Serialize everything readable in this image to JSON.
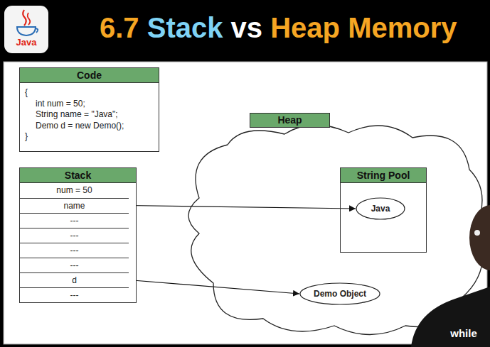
{
  "diagram": {
    "title": "6.7 Stack vs Heap Memory",
    "nodes": [
      {
        "text": [
          "Code",
          "{",
          "int num = 50;",
          "String name = \"Java\";",
          "Demo d = new Demo();",
          "}"
        ]
      },
      {
        "text": [
          "Stack"
        ]
      },
      {
        "text": [
          "num = 50"
        ],
        "in": 1
      },
      {
        "text": [
          "name"
        ],
        "in": 1
      },
      {
        "text": [
          "---"
        ],
        "in": 1
      },
      {
        "text": [
          "---"
        ],
        "in": 1
      },
      {
        "text": [
          "---"
        ],
        "in": 1
      },
      {
        "text": [
          "---"
        ],
        "in": 1
      },
      {
        "text": [
          "d"
        ],
        "in": 1
      },
      {
        "text": [
          "---"
        ],
        "in": 1
      },
      {
        "text": [
          "Heap"
        ]
      },
      {
        "text": [
          "String Pool"
        ],
        "in": 10
      },
      {
        "text": [
          "Java"
        ],
        "in": 11
      },
      {
        "text": [
          "Demo Object"
        ],
        "in": 10
      }
    ],
    "edges": [
      {
        "from": 3,
        "to": 12,
        "arrow": "to"
      },
      {
        "from": 8,
        "to": 13,
        "arrow": "to"
      }
    ],
    "labels": [
      "Java",
      "while"
    ]
  }
}
